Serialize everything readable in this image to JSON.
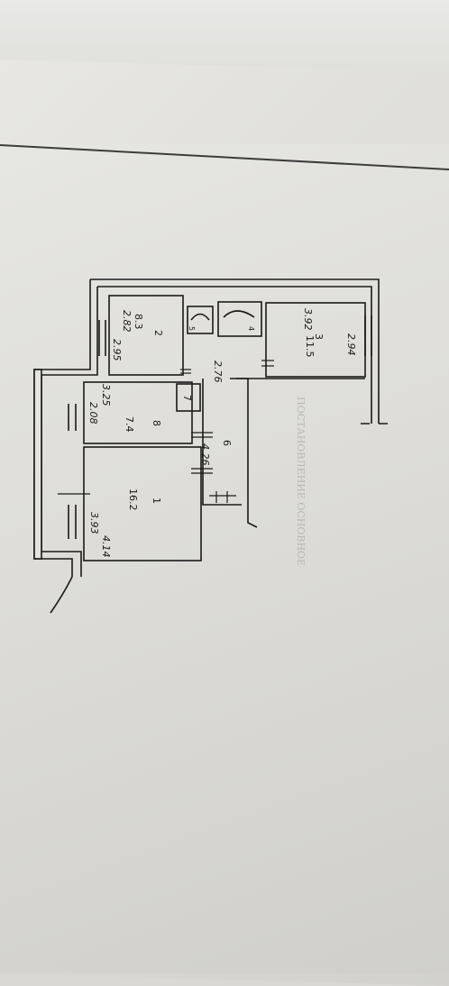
{
  "floor_plan": {
    "rooms": [
      {
        "number": "1",
        "area": "16.2",
        "dim_a": "3.93",
        "dim_b": "4.14"
      },
      {
        "number": "2",
        "area": "8.3",
        "dim_a": "2.82",
        "dim_b": "2.95"
      },
      {
        "number": "3",
        "area": "11.5",
        "dim_a": "3.92",
        "dim_b": "2.94"
      },
      {
        "number": "6",
        "dim_a": "2.76",
        "dim_b": "4.26"
      },
      {
        "number": "7"
      },
      {
        "number": "8",
        "area": "7.4",
        "dim_a": "3.25",
        "dim_b": "2.08"
      }
    ],
    "small_labels": [
      "4",
      "5"
    ]
  },
  "faint_text": [
    "ПОСТАНОВЛЕНИЕ ОСНОВНОЕ"
  ],
  "colors": {
    "ink": "#1a1a1a",
    "paper": "#e4e3df"
  }
}
